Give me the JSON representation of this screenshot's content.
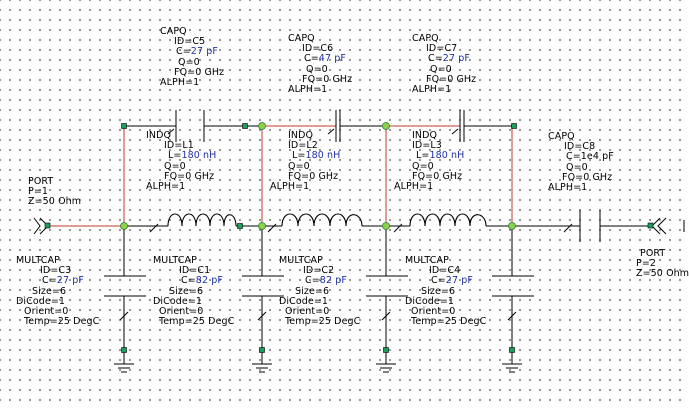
{
  "components": {
    "capq_c5": {
      "name": "CAPQ",
      "id": "ID=C5",
      "c_key": "C=",
      "c_val": "27",
      "c_unit": "pF",
      "q": "Q=0",
      "fq": "FQ=0 GHz",
      "alph": "ALPH=1"
    },
    "capq_c6": {
      "name": "CAPQ",
      "id": "ID=C6",
      "c_key": "C=",
      "c_val": "47",
      "c_unit": "pF",
      "q": "Q=0",
      "fq": "FQ=0 GHz",
      "alph": "ALPH=1"
    },
    "capq_c7": {
      "name": "CAPQ",
      "id": "ID=C7",
      "c_key": "C=",
      "c_val": "27",
      "c_unit": "pF",
      "q": "Q=0",
      "fq": "FQ=0 GHz",
      "alph": "ALPH=1"
    },
    "capq_c8": {
      "name": "CAPQ",
      "id": "ID=C8",
      "c": "C=1e4 pF",
      "q": "Q=0",
      "fq": "FQ=0 GHz",
      "alph": "ALPH=1"
    },
    "indq_l1": {
      "name": "INDQ",
      "id": "ID=L1",
      "l_key": "L=",
      "l_val": "180",
      "l_unit": "nH",
      "q": "Q=0",
      "fq": "FQ=0 GHz",
      "alph": "ALPH=1"
    },
    "indq_l2": {
      "name": "INDQ",
      "id": "ID=L2",
      "l_key": "L=",
      "l_val": "180",
      "l_unit": "nH",
      "q": "Q=0",
      "fq": "FQ=0 GHz",
      "alph": "ALPH=1"
    },
    "indq_l3": {
      "name": "INDQ",
      "id": "ID=L3",
      "l_key": "L=",
      "l_val": "180",
      "l_unit": "nH",
      "q": "Q=0",
      "fq": "FQ=0 GHz",
      "alph": "ALPH=1"
    },
    "multcap_c3": {
      "name": "MULTCAP",
      "id": "ID=C3",
      "c_key": "C=",
      "c_val": "27",
      "c_unit": "pF",
      "size": "Size=6",
      "dicode": "DiCode=1",
      "orient": "Orient=0",
      "temp": "Temp=25 DegC"
    },
    "multcap_c1": {
      "name": "MULTCAP",
      "id": "ID=C1",
      "c_key": "C=",
      "c_val": "82",
      "c_unit": "pF",
      "size": "Size=6",
      "dicode": "DiCode=1",
      "orient": "Orient=0",
      "temp": "Temp=25 DegC"
    },
    "multcap_c2": {
      "name": "MULTCAP",
      "id": "ID=C2",
      "c_key": "C=",
      "c_val": "82",
      "c_unit": "pF",
      "size": "Size=6",
      "dicode": "DiCode=1",
      "orient": "Orient=0",
      "temp": "Temp=25 DegC"
    },
    "multcap_c4": {
      "name": "MULTCAP",
      "id": "ID=C4",
      "c_key": "C=",
      "c_val": "27",
      "c_unit": "pF",
      "size": "Size=6",
      "dicode": "DiCode=1",
      "orient": "Orient=0",
      "temp": "Temp=25 DegC"
    },
    "port1": {
      "name": "PORT",
      "p": "P=1",
      "z": "Z=50 Ohm"
    },
    "port2": {
      "name": "PORT",
      "p": "P=2",
      "z": "Z=50 Ohm"
    }
  },
  "colors": {
    "wire": "#000000",
    "highlight_wire": "#c0392b",
    "node": "#39b54a",
    "pin": "#1aa05a",
    "value": "#1f2fa8"
  }
}
